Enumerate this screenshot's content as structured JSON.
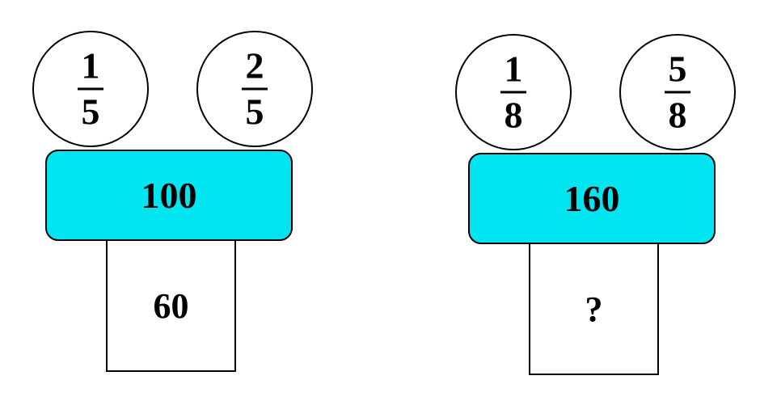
{
  "figures": [
    {
      "circle_left": {
        "numerator": "1",
        "denominator": "5"
      },
      "circle_right": {
        "numerator": "2",
        "denominator": "5"
      },
      "total": "100",
      "result": "60"
    },
    {
      "circle_left": {
        "numerator": "1",
        "denominator": "8"
      },
      "circle_right": {
        "numerator": "5",
        "denominator": "8"
      },
      "total": "160",
      "result": "?"
    }
  ],
  "colors": {
    "total_box_fill": "#00e5f0",
    "stroke": "#000000"
  }
}
